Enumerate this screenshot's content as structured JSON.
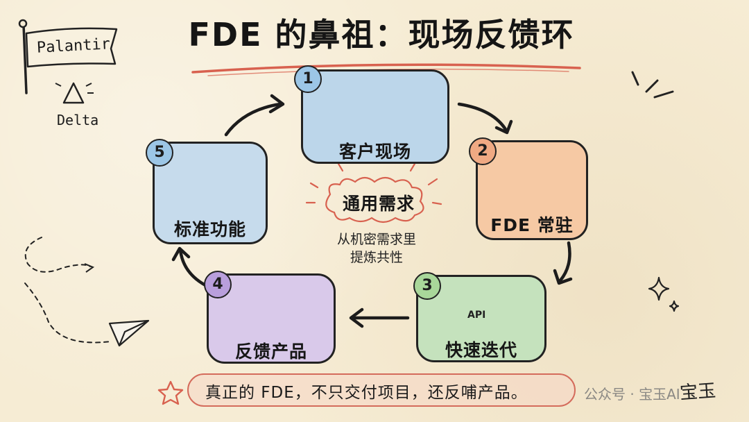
{
  "title": "FDE 的鼻祖：现场反馈环",
  "flag_label": "Palantir",
  "delta_label": "Delta",
  "steps": [
    {
      "number": "1",
      "label": "客户现场",
      "color": "#bcd6ea",
      "badge_color": "#9cc6e6",
      "icon": "building-lock-icon"
    },
    {
      "number": "2",
      "label": "FDE 常驻",
      "color": "#f6c9a4",
      "badge_color": "#f0a983",
      "icon": "person-laptop-icon"
    },
    {
      "number": "3",
      "label": "快速迭代",
      "color": "#c5e2bd",
      "badge_color": "#a9d79a",
      "icon": "wrench-plug-bolt-icon"
    },
    {
      "number": "4",
      "label": "反馈产品",
      "color": "#d9c9ea",
      "badge_color": "#b99fdc",
      "icon": "dashboard-board-icon"
    },
    {
      "number": "5",
      "label": "标准功能",
      "color": "#c6dbec",
      "badge_color": "#9cc6e6",
      "icon": "cubes-icon"
    }
  ],
  "center": {
    "heading": "通用需求",
    "sub_line1": "从机密需求里",
    "sub_line2": "提炼共性"
  },
  "api_label": "API",
  "bottom_text": "真正的 FDE，不只交付项目，还反哺产品。",
  "watermark": "公众号 · 宝玉AI",
  "signature": "宝玉"
}
